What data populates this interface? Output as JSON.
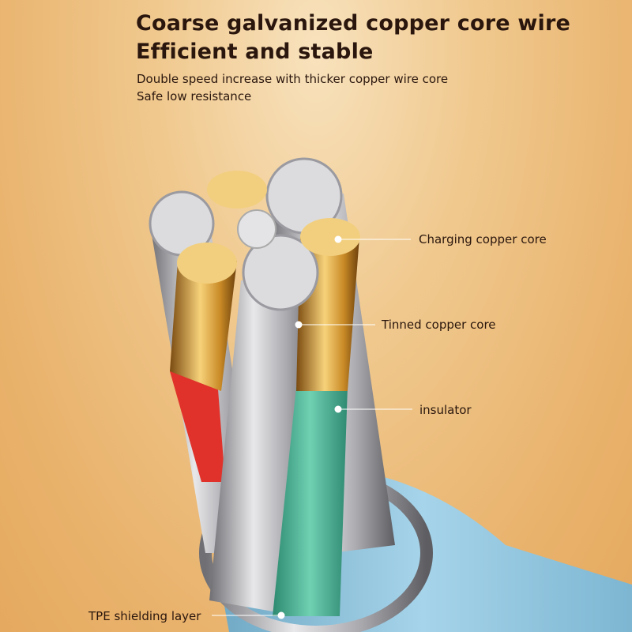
{
  "header": {
    "title_line1": "Coarse galvanized copper core wire",
    "title_line2": "Efficient and stable",
    "subtitle_line1": "Double speed increase with thicker copper wire core",
    "subtitle_line2": "Safe low resistance"
  },
  "callouts": {
    "charging_core": "Charging copper core",
    "tinned_core": "Tinned copper core",
    "insulator": "insulator",
    "tpe_layer": "TPE shielding layer"
  },
  "colors": {
    "background": "#f0c98f",
    "text": "#2a160d",
    "jacket_blue": "#8fc4dc",
    "insulator_green": "#4fb89a",
    "insulator_red": "#e0322a",
    "copper": "#e8b24a",
    "tin": "#c9c9cc"
  }
}
